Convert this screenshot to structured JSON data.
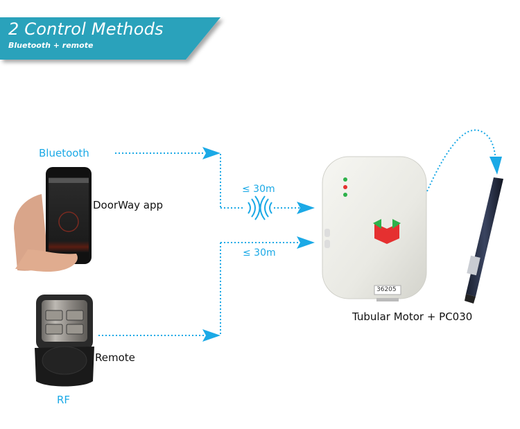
{
  "banner": {
    "title": "2 Control Methods",
    "subtitle": "Bluetooth + remote",
    "color": "#2ba2bb"
  },
  "methods": [
    {
      "id": "bluetooth",
      "label": "Bluetooth",
      "device_label": "DoorWay app",
      "range": "≤ 30m"
    },
    {
      "id": "rf",
      "label": "RF",
      "device_label": "Remote",
      "range": "≤ 30m"
    }
  ],
  "receiver": {
    "serial_label": "36205",
    "leds": [
      "#2db14a",
      "#e53030",
      "#2db14a"
    ]
  },
  "product_caption": "Tubular Motor + PC030",
  "colors": {
    "accent": "#1ba9e6",
    "text": "#111111"
  }
}
